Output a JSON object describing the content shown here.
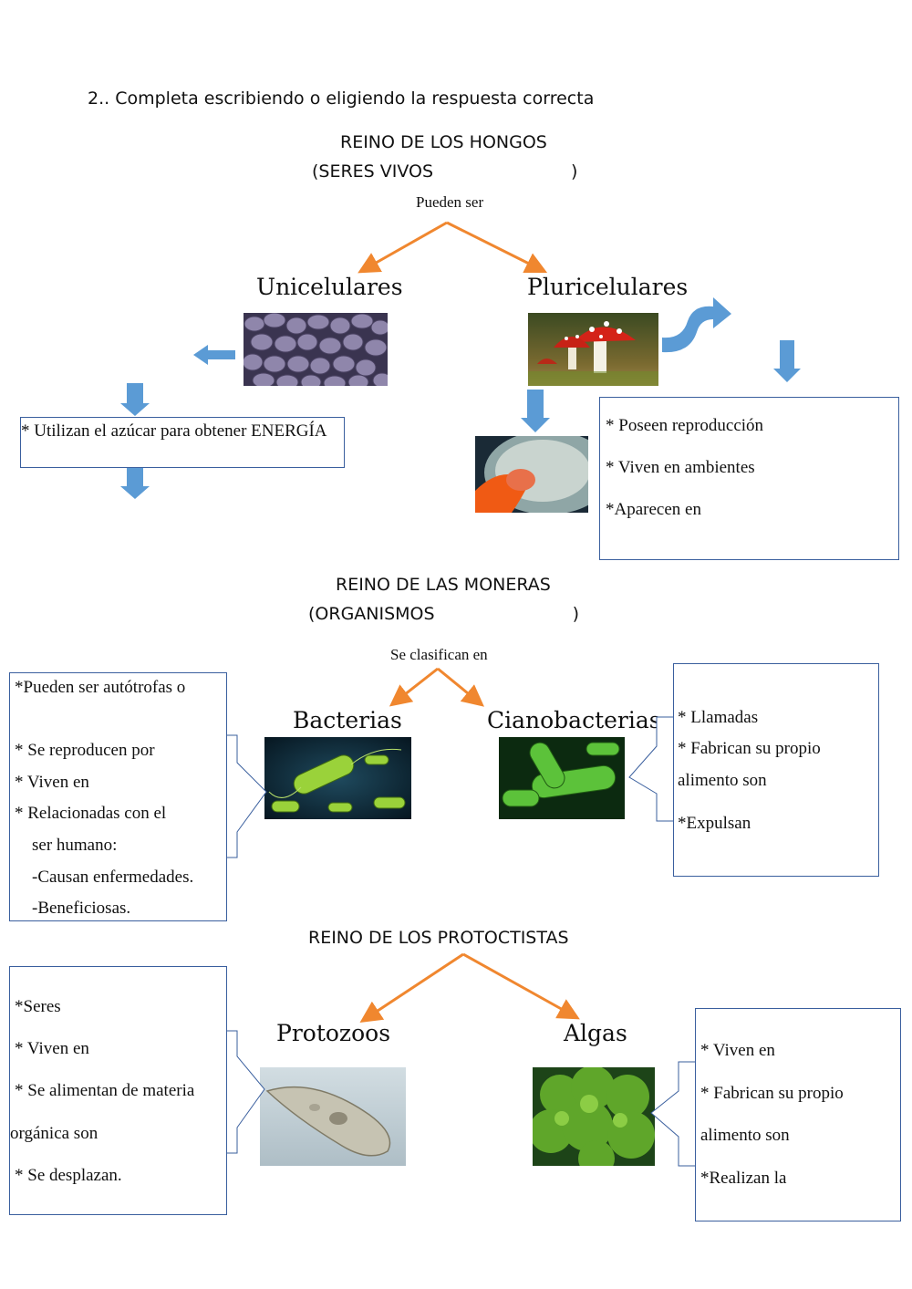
{
  "instruction": "2.. Completa escribiendo o eligiendo la respuesta correcta",
  "hongos": {
    "title": "REINO DE LOS HONGOS",
    "subtitle": "(SERES VIVOS                         )",
    "connector": "Pueden ser",
    "left_label": "Unicelulares",
    "right_label": "Pluricelulares",
    "left_box": [
      "* Utilizan el azúcar para obtener ENERGÍA"
    ],
    "right_box": [
      "* Poseen reproducción",
      "* Viven en ambientes",
      "*Aparecen en"
    ]
  },
  "moneras": {
    "title": "REINO DE LAS MONERAS",
    "subtitle": "(ORGANISMOS                         )",
    "connector": "Se clasifican en",
    "left_label": "Bacterias",
    "right_label": "Cianobacterias",
    "left_box": [
      "*Pueden ser autótrofas o",
      "* Se reproducen por",
      "* Viven en",
      "* Relacionadas con el",
      "ser humano:",
      "-Causan enfermedades.",
      "-Beneficiosas."
    ],
    "right_box": [
      "* Llamadas",
      "* Fabrican su propio",
      "alimento son",
      "*Expulsan"
    ]
  },
  "protoctistas": {
    "title": "REINO DE LOS PROTOCTISTAS",
    "left_label": "Protozoos",
    "right_label": "Algas",
    "left_box": [
      "*Seres",
      "* Viven en",
      "* Se alimentan de materia",
      "orgánica son",
      "* Se desplazan."
    ],
    "right_box": [
      "* Viven en",
      "* Fabrican su propio",
      "alimento son",
      "*Realizan la"
    ]
  },
  "colors": {
    "arrow_orange": "#f0872f",
    "arrow_blue": "#5b9bd5",
    "box_border": "#3a5f9e"
  }
}
